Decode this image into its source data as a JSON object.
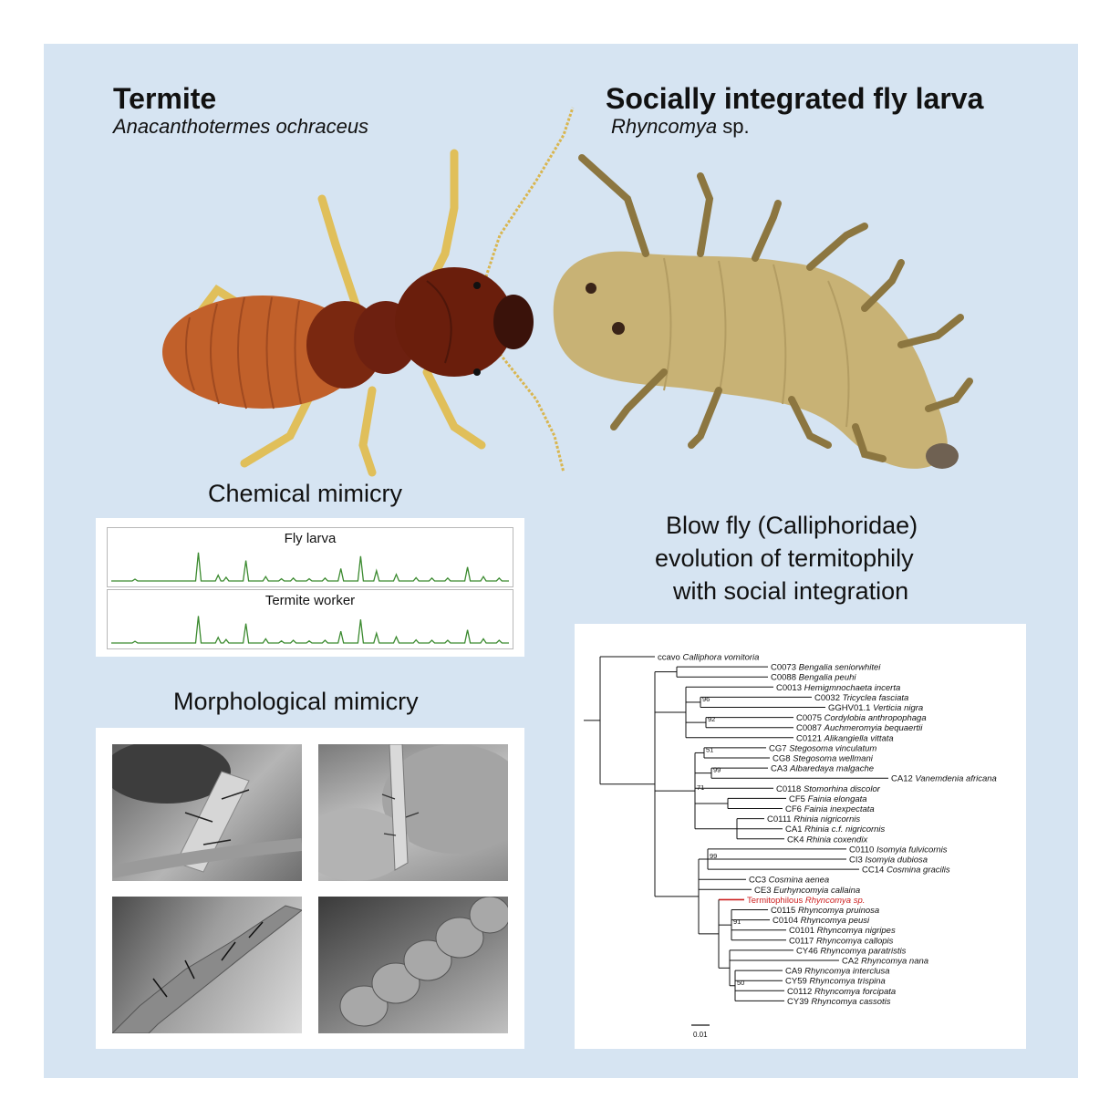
{
  "termite": {
    "title": "Termite",
    "species": "Anacanthotermes ochraceus"
  },
  "larva": {
    "title": "Socially integrated fly larva",
    "genus": "Rhyncomya",
    "suffix": " sp."
  },
  "chemical": {
    "heading": "Chemical mimicry",
    "traces": [
      {
        "label": "Fly larva"
      },
      {
        "label": "Termite worker"
      }
    ],
    "peak_heights": [
      0.05,
      0.78,
      0.16,
      0.1,
      0.56,
      0.12,
      0.06,
      0.08,
      0.06,
      0.08,
      0.34,
      0.68,
      0.28,
      0.18,
      0.09,
      0.08,
      0.08,
      0.38,
      0.12,
      0.08
    ],
    "peak_positions": [
      0.06,
      0.22,
      0.27,
      0.29,
      0.34,
      0.39,
      0.43,
      0.46,
      0.5,
      0.54,
      0.58,
      0.63,
      0.67,
      0.72,
      0.77,
      0.81,
      0.85,
      0.9,
      0.94,
      0.98
    ],
    "line_color": "#3b8a2f"
  },
  "morphological": {
    "heading": "Morphological mimicry",
    "images": [
      {
        "name": "sem-larva-appendage"
      },
      {
        "name": "sem-termite-appendage"
      },
      {
        "name": "sem-larva-antenna"
      },
      {
        "name": "sem-termite-antenna"
      }
    ]
  },
  "blowfly": {
    "heading_line1": "Blow fly (Calliphoridae)",
    "heading_line2": "evolution of termitophily",
    "heading_line3": "with social integration"
  },
  "tree": {
    "scale_label": "0.01",
    "highlight_color": "#cc2020",
    "taxa": [
      {
        "code": "ccavo",
        "name": "Calliphora vomitoria"
      },
      {
        "code": "C0073",
        "name": "Bengalia seniorwhitei"
      },
      {
        "code": "C0088",
        "name": "Bengalia peuhi"
      },
      {
        "code": "C0013",
        "name": "Hemigmnochaeta incerta"
      },
      {
        "code": "C0032",
        "name": "Tricyclea fasciata"
      },
      {
        "code": "GGHV01.1",
        "name": "Verticia nigra"
      },
      {
        "code": "C0075",
        "name": "Cordylobia anthropophaga"
      },
      {
        "code": "C0087",
        "name": "Auchmeromyia bequaertii"
      },
      {
        "code": "C0121",
        "name": "Alikangiella vittata"
      },
      {
        "code": "CG7",
        "name": "Stegosoma vinculatum"
      },
      {
        "code": "CG8",
        "name": "Stegosoma wellmani"
      },
      {
        "code": "CA3",
        "name": "Albaredaya malgache"
      },
      {
        "code": "CA12",
        "name": "Vanemdenia africana"
      },
      {
        "code": "C0118",
        "name": "Stomorhina discolor"
      },
      {
        "code": "CF5",
        "name": "Fainia elongata"
      },
      {
        "code": "CF6",
        "name": "Fainia inexpectata"
      },
      {
        "code": "C0111",
        "name": "Rhinia nigricornis"
      },
      {
        "code": "CA1",
        "name": "Rhinia c.f. nigricornis"
      },
      {
        "code": "CK4",
        "name": "Rhinia coxendix"
      },
      {
        "code": "C0110",
        "name": "Isomyia fulvicornis"
      },
      {
        "code": "CI3",
        "name": "Isomyia dubiosa"
      },
      {
        "code": "CC14",
        "name": "Cosmina gracilis"
      },
      {
        "code": "CC3",
        "name": "Cosmina aenea"
      },
      {
        "code": "CE3",
        "name": "Eurhyncomyia callaina"
      },
      {
        "code": "Termitophilous",
        "name": "Rhyncomya sp.",
        "highlight": true
      },
      {
        "code": "C0115",
        "name": "Rhyncomya pruinosa"
      },
      {
        "code": "C0104",
        "name": "Rhyncomya peusi"
      },
      {
        "code": "C0101",
        "name": "Rhyncomya nigripes"
      },
      {
        "code": "C0117",
        "name": "Rhyncomya callopis"
      },
      {
        "code": "CY46",
        "name": "Rhyncomya paratristis"
      },
      {
        "code": "CA2",
        "name": "Rhyncomya nana"
      },
      {
        "code": "CA9",
        "name": "Rhyncomya interclusa"
      },
      {
        "code": "CY59",
        "name": "Rhyncomya trispina"
      },
      {
        "code": "C0112",
        "name": "Rhyncomya forcipata"
      },
      {
        "code": "CY39",
        "name": "Rhyncomya cassotis"
      }
    ],
    "supports": [
      "96",
      "92",
      "51",
      "71",
      "99",
      "99",
      "91",
      "50"
    ]
  }
}
